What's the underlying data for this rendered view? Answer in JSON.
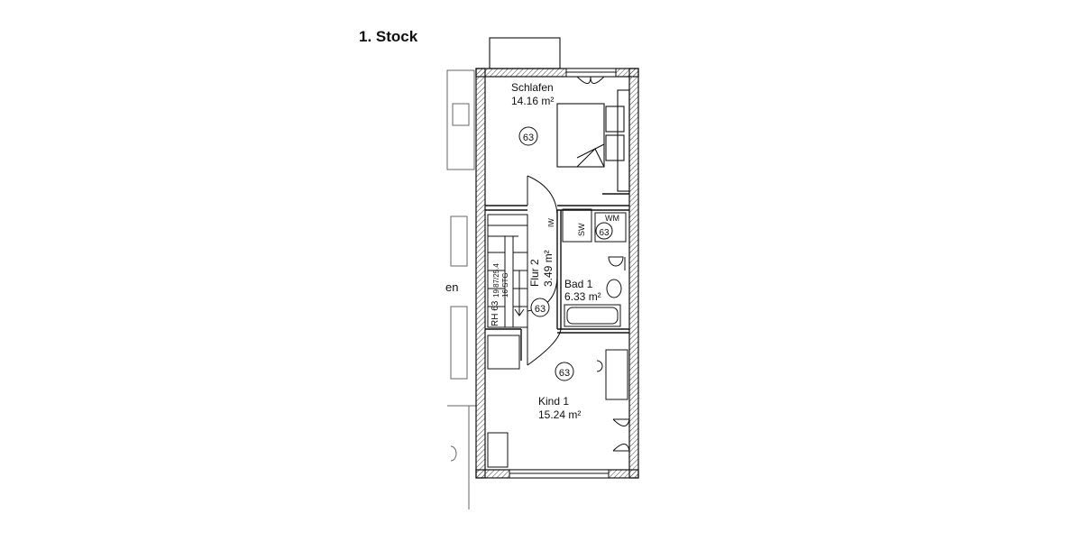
{
  "floor_title": "1. Stock",
  "rooms": [
    {
      "name": "Schlafen",
      "area": "14.16 m²",
      "number": "63"
    },
    {
      "name": "Flur 2",
      "area": "3.49 m²",
      "number": "63"
    },
    {
      "name": "Bad 1",
      "area": "6.33 m²",
      "number": "63"
    },
    {
      "name": "Kind 1",
      "area": "15.24 m²",
      "number": "63"
    }
  ],
  "fixtures": {
    "shower_label": "SW",
    "washer_label": "WM",
    "wall_label": "IW",
    "bath_number": "63"
  },
  "stair": {
    "steps_label": "19.87/25.4",
    "steps_label_2": "16 STG",
    "rh_label": "RH 63"
  },
  "neighbor_label": "en"
}
